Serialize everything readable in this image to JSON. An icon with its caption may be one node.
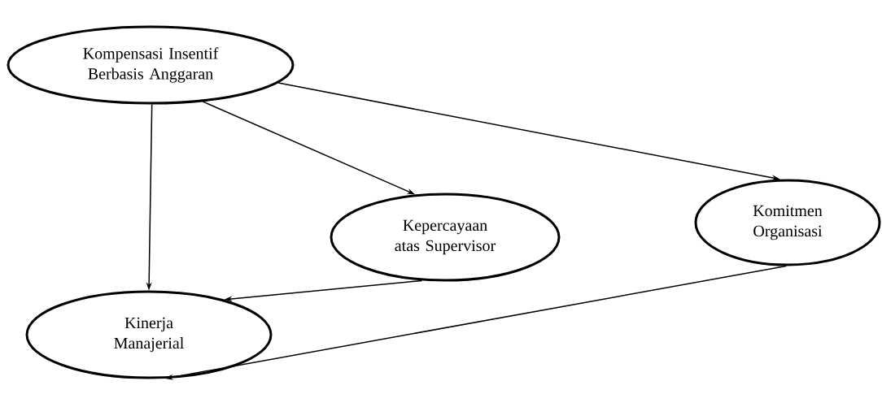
{
  "diagram": {
    "nodes": [
      {
        "text": [
          "Kompensasi Insentif Berbasis Anggaran"
        ]
      },
      {
        "text": [
          "Kepercayaan atas Supervisor"
        ]
      },
      {
        "text": [
          "Komitmen Organisasi"
        ]
      },
      {
        "text": [
          "Kinerja Manajerial"
        ]
      }
    ],
    "edges": [
      {
        "from": 0,
        "to": 3,
        "arrow": "to"
      },
      {
        "from": 0,
        "to": 1,
        "arrow": "to"
      },
      {
        "from": 0,
        "to": 2,
        "arrow": "to"
      },
      {
        "from": 1,
        "to": 3,
        "arrow": "to"
      },
      {
        "from": 2,
        "to": 3,
        "arrow": "to"
      }
    ]
  }
}
